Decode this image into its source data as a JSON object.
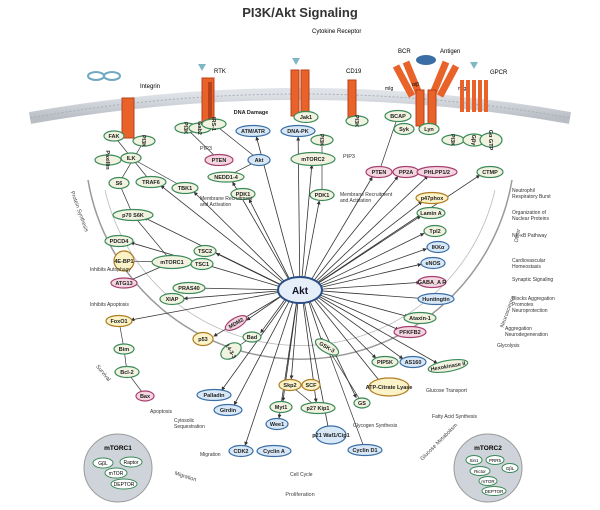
{
  "title": "PI3K/Akt Signaling",
  "receptors": {
    "integrin": "Integrin",
    "rtk": "RTK",
    "cytokine": "Cytokine Receptor",
    "cd19": "CD19",
    "bcr": "BCR",
    "antigen": "Antigen",
    "gpcr": "GPCR",
    "migA": "mIg",
    "migB": "mIg",
    "ab": "α/β"
  },
  "hub": "Akt",
  "nodes": {
    "fak": "FAK",
    "pi3k1": "PI3K",
    "paxillin": "Paxillin",
    "ilk": "ILK",
    "pi3k2": "PI3K",
    "gab2": "Gab2",
    "irs1": "IRS-1",
    "dna_damage": "DNA Damage",
    "atm": "ATM/ATR",
    "dnapk": "DNA-PK",
    "jak1": "Jak1",
    "pi3k3": "PI3K",
    "pi3k4": "PI3K",
    "bcap": "BCAP",
    "syk": "Syk",
    "lyn": "Lyn",
    "pi3k5": "PI3K",
    "gbg": "Gβγ",
    "ga": "Gα GTP",
    "pten1": "PTEN",
    "akt_top": "Akt",
    "nedd": "NEDD1-4",
    "mtorc2": "mTORC2",
    "pdk1a": "PDK1",
    "pdk1b": "PDK1",
    "tbk1": "TBK1",
    "traf6": "TRAF6",
    "s6": "S6",
    "pten2": "PTEN",
    "pp2a": "PP2A",
    "phlpp": "PHLPP1/2",
    "ctmp": "CTMP",
    "p70": "p70 S6K",
    "pdcd4": "PDCD4",
    "ebp1": "4E-BP1",
    "mtorc1": "mTORC1",
    "tsc2": "TSC2",
    "tsc1": "TSC1",
    "atg13": "ATG13",
    "pras40": "PRAS40",
    "xiap": "XIAP",
    "foxo1": "FoxO1",
    "bim": "Bim",
    "mdm2": "MDM2",
    "p53": "p53",
    "bad": "Bad",
    "f1433": "14-3-3",
    "bcl2": "Bcl-2",
    "bax": "Bax",
    "palladin": "Palladin",
    "girdin": "Girdin",
    "cdk2": "CDK2",
    "cyca": "Cyclin A",
    "myt1": "Myt1",
    "wee1": "Wee1",
    "skp2": "Skp2",
    "scf": "SCF",
    "p27": "p27 Kip1",
    "p21": "p21 Waf1/Cip1",
    "gsk3": "GSK-3",
    "gs": "GS",
    "cycd1": "Cyclin D1",
    "acl": "ATP-Citrate Lyase",
    "pip5k": "PIP5K",
    "as160": "AS160",
    "hk2": "Hexokinase II",
    "p47": "p47phox",
    "laminA": "Lamin A",
    "tpl2": "Tpl2",
    "ikka": "IKKα",
    "enos": "eNOS",
    "gabaa": "GABA_A R",
    "huntingtin": "Huntingtin",
    "ataxin": "Ataxin-1",
    "pfkfb2": "PFKFB2"
  },
  "labels": {
    "pip3a": "PIP3",
    "pip3b": "PIP3",
    "mra1": "Membrane Recruitment and Activation",
    "mra2": "Membrane Recruitment and Activation",
    "neutrophil": "Neutrophil Respiratory Burst",
    "nuclear": "Organization of Nuclear Proteins",
    "nfkb": "NF-κB Pathway",
    "cardio": "Cardiovascular Homeostasis",
    "synaptic": "Synaptic Signaling",
    "blocks": "Blocks Aggregation Promotes Neuroprotection",
    "aggregation": "Aggregation Neurodegeneration",
    "glycolysis": "Glycolysis",
    "inhibits_autophagy": "Inhibits Autophagy",
    "inhibits_apoptosis": "Inhibits Apoptosis",
    "apoptosis": "Apoptosis",
    "cytosolic": "Cytosolic Sequestration",
    "migration": "Migration",
    "cell_cycle": "Cell Cycle",
    "glycogen": "Glycogen Synthesis",
    "fatty": "Fatty Acid Synthesis",
    "glucose": "Glucose Transport",
    "protein_synthesis": "Protein Synthesis",
    "other": "Other",
    "neuroscience": "Neuroscience",
    "survival": "Survival",
    "migration_arc": "Migration",
    "proliferation": "Proliferation",
    "glucose_metabolism": "Glucose Metabolism"
  },
  "complexes": {
    "mtorc1": {
      "title": "mTORC1",
      "parts": [
        "GβL",
        "Raptor",
        "mTOR",
        "DEPTOR"
      ]
    },
    "mtorc2": {
      "title": "mTORC2",
      "parts": [
        "Sin1",
        "PRR5",
        "GβL",
        "Rictor",
        "mTOR",
        "DEPTOR"
      ]
    }
  },
  "colors": {
    "receptor": "#e8622a",
    "receptor_dark": "#b8431a",
    "membrane": "#c9cdd2",
    "node_fill": "#f2f2e0",
    "node_stroke": "#3a8a5a",
    "pink_fill": "#f4d6e0",
    "pink_stroke": "#a64070",
    "blue_fill": "#d8e8f6",
    "blue_stroke": "#3b6ea5",
    "yellow_fill": "#fbf3c8",
    "yellow_stroke": "#b07c20",
    "akt_fill": "#e6eefa",
    "akt_stroke": "#2a4f86",
    "arrow": "#333333",
    "arc": "#888888",
    "complex_fill": "#cfd4da"
  }
}
